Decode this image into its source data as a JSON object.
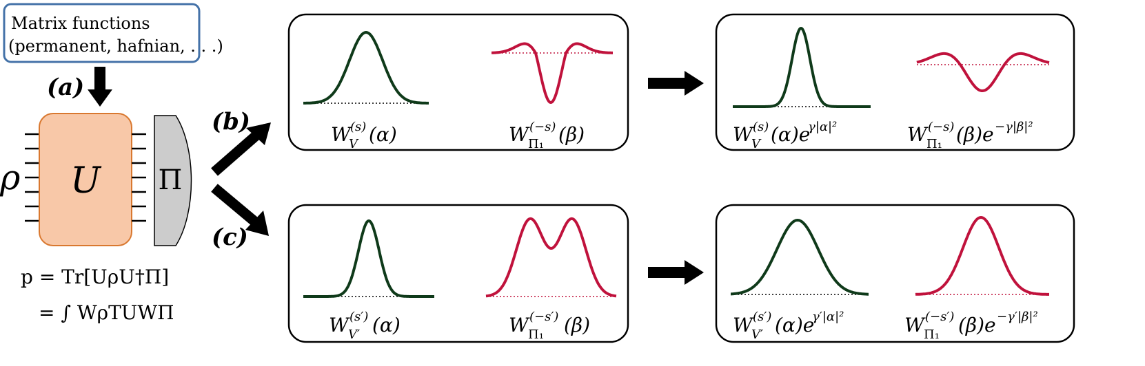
{
  "matrix_box": {
    "line1": "Matrix functions",
    "line2": "(permanent, hafnian, . . .)"
  },
  "labels": {
    "a": "(a)",
    "b": "(b)",
    "c": "(c)"
  },
  "circuit": {
    "rho": "ρ",
    "unitary": "U",
    "measurement": "Π"
  },
  "formula": {
    "line1": "p = Tr[UρU†Π]",
    "line2": "= ∫ WρTUWΠ"
  },
  "panels": {
    "b_left": {
      "caption_v": "W",
      "caption_pi": "W"
    },
    "c_left": {
      "caption_v": "W",
      "caption_pi": "W"
    }
  },
  "colors": {
    "green": "#0f3a1a",
    "crimson": "#c0123c",
    "box_blue": "#4472a8",
    "unitary_fill": "#f8c8a8",
    "unitary_stroke": "#d9782f",
    "detector_fill": "#cccccc"
  },
  "icons": [
    "arrow-down-icon",
    "arrow-right-icon",
    "arrow-diagonal-up-icon",
    "arrow-diagonal-down-icon"
  ]
}
